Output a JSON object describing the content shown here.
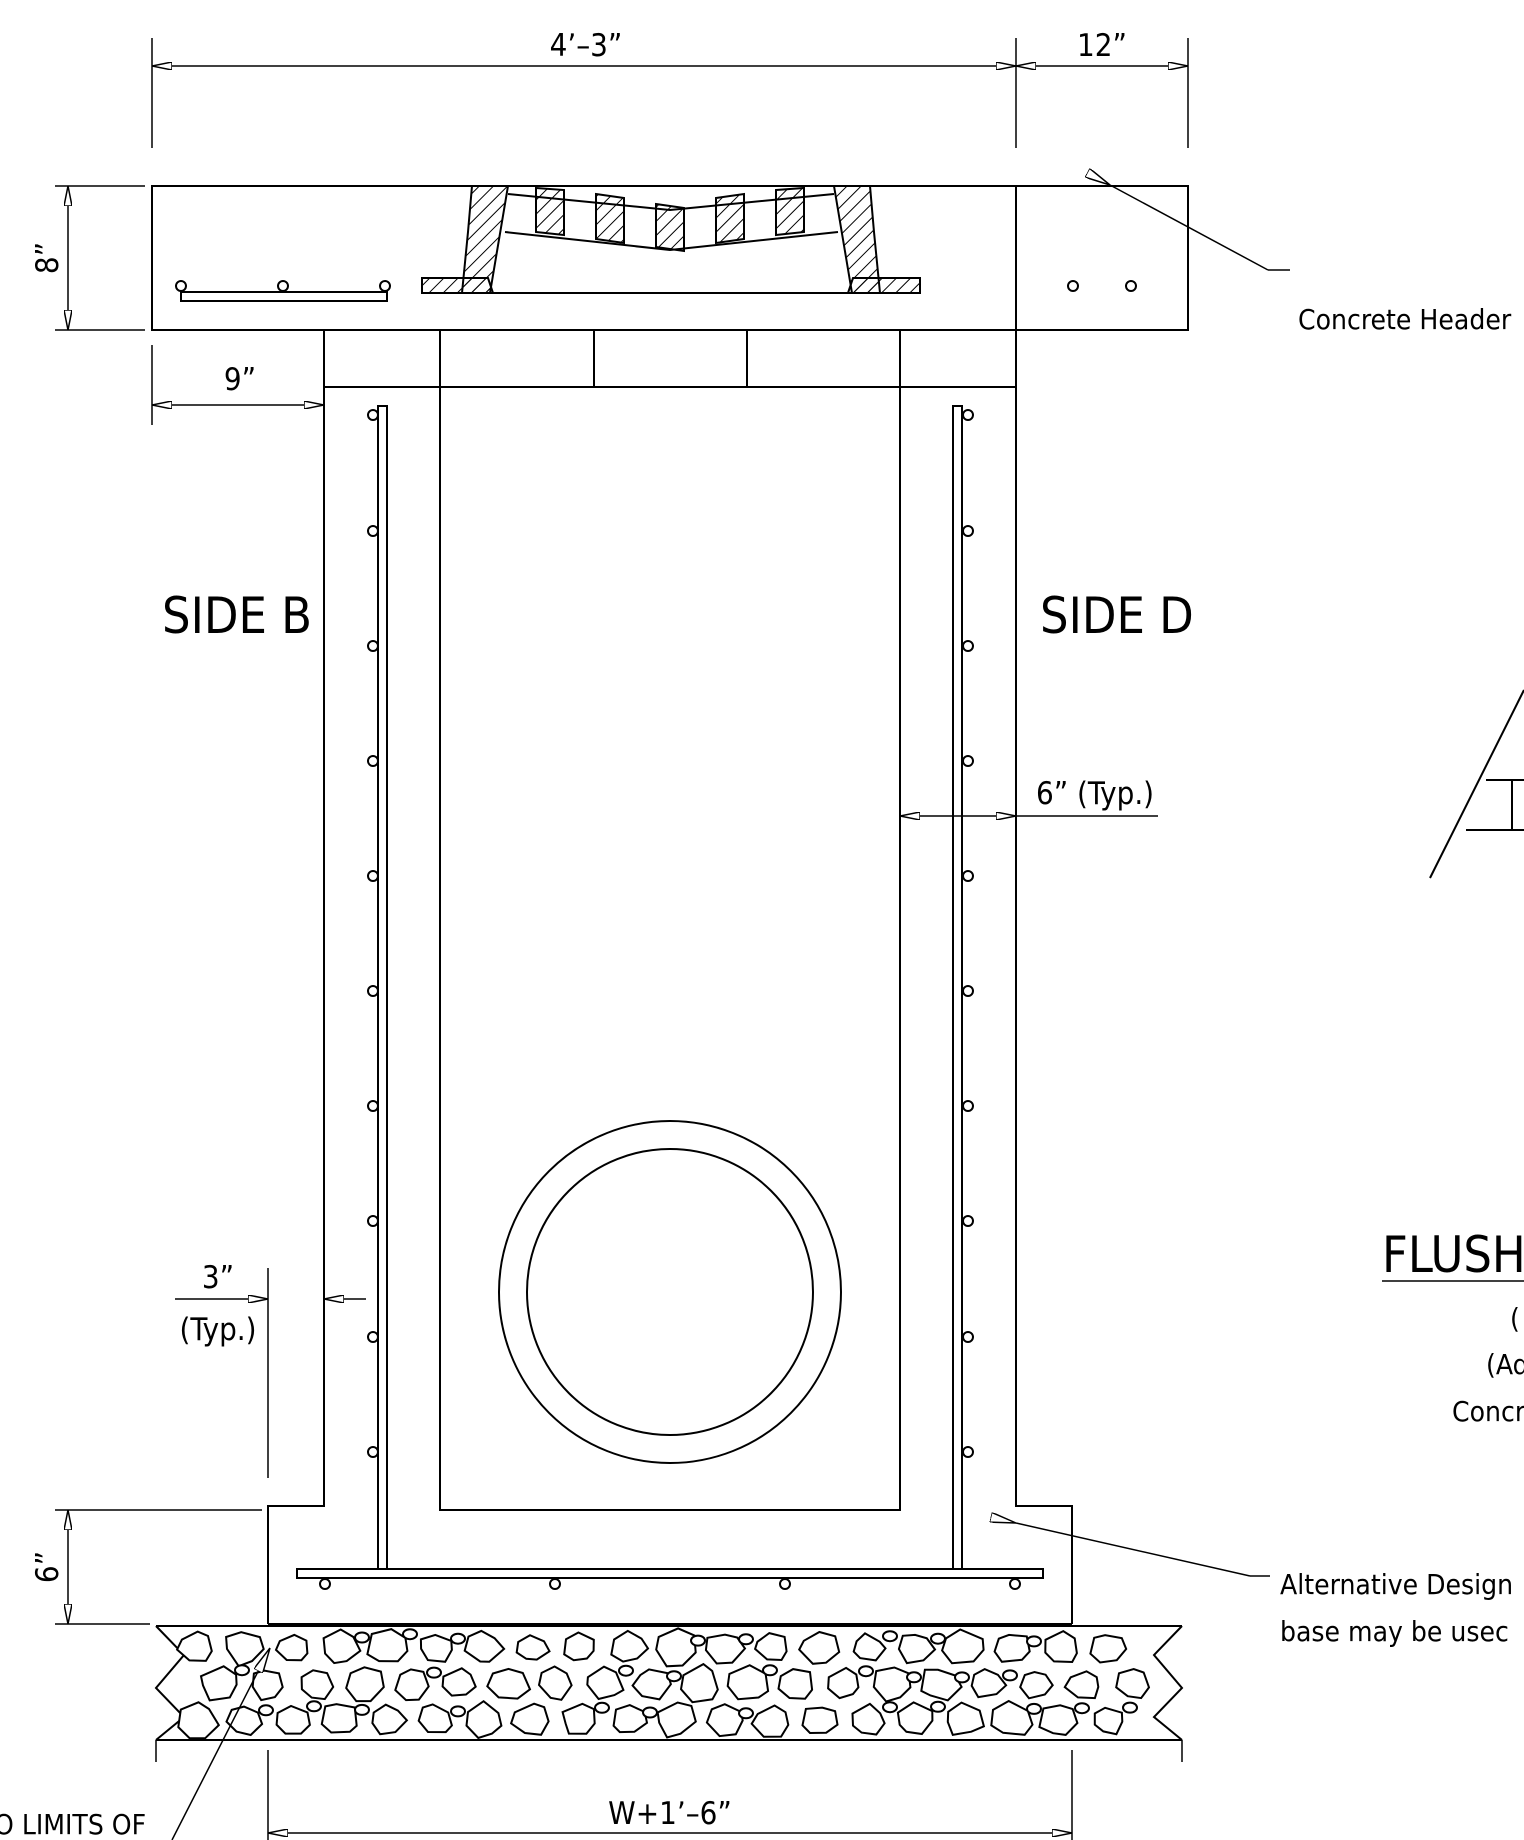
{
  "dimensions": {
    "top_width": "4’–3”",
    "right_offset": "12”",
    "header_height": "8”",
    "wall_offset": "9”",
    "wall_thickness": "6” (Typ.)",
    "clearance_value": "3”",
    "clearance_note": "(Typ.)",
    "base_height": "6”",
    "base_width": "W+1’–6”"
  },
  "labels": {
    "side_left": "SIDE B",
    "side_right": "SIDE D",
    "concrete_header": "Concrete Header",
    "alt_design_line1": "Alternative Design",
    "alt_design_line2": "base may be usec",
    "limits_note": "O LIMITS OF",
    "flush_title": "FLUSH",
    "flush_sub1": "(",
    "flush_sub2": "(Ad",
    "flush_sub3": "Concr"
  },
  "colors": {
    "line": "#000000",
    "background": "#ffffff"
  }
}
